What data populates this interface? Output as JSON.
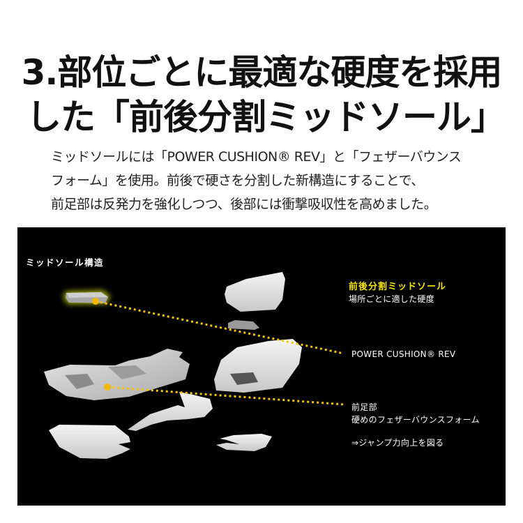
{
  "heading": {
    "line1": "3.部位ごとに最適な硬度を採用",
    "line2": "した「前後分割ミッドソール」"
  },
  "description": {
    "lines": [
      "ミッドソールには「POWER CUSHION® REV」と「フェザーバウンス",
      "フォーム」を使用。前後で硬さを分割した新構造にすることで、",
      "前足部は反発力を強化しつつ、後部には衝撃吸収性を高めました。"
    ]
  },
  "diagram": {
    "title": "ミッドソール構造",
    "accent_color": "#f5e400",
    "callout_dot_color": "#f5c400",
    "labels": {
      "split_title": "前後分割ミッドソール",
      "split_sub": "場所ごとに適した硬度",
      "power_cushion": "POWER CUSHION® REV",
      "forefoot": "前足部",
      "forefoot_sub": "硬めのフェザーバウンスフォーム",
      "forefoot_effect": "⇒ジャンプ力向上を図る"
    },
    "parts": [
      "power-cushion-insert",
      "heel-top-shell",
      "heel-small-plate",
      "heel-cup",
      "forefoot-midsole",
      "arch-support-piece",
      "forefoot-outsole",
      "heel-outsole"
    ]
  }
}
